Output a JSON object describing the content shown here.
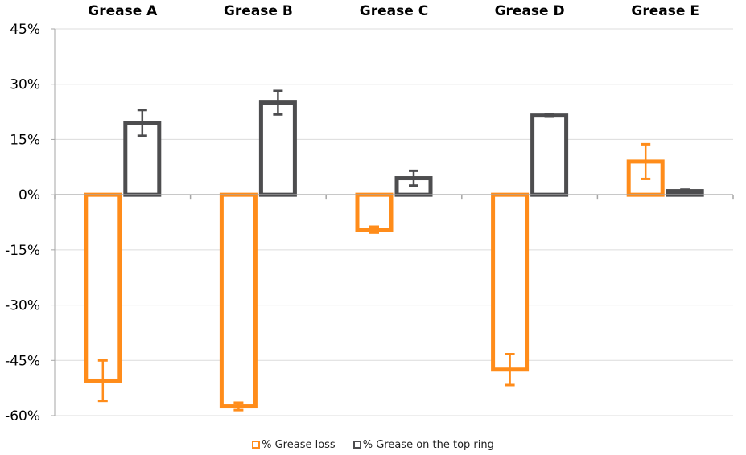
{
  "chart_data": {
    "type": "bar",
    "categories": [
      "Grease A",
      "Grease B",
      "Grease C",
      "Grease D",
      "Grease E"
    ],
    "series": [
      {
        "name": "% Grease loss",
        "color": "#FF8C1A",
        "values": [
          -50.5,
          -57.5,
          -9.5,
          -47.5,
          9.0
        ],
        "error": [
          5.5,
          1.0,
          0.8,
          4.2,
          4.7
        ]
      },
      {
        "name": "% Grease on the top ring",
        "color": "#4D4D4F",
        "values": [
          19.5,
          25.0,
          4.5,
          21.5,
          1.0
        ],
        "error": [
          3.5,
          3.2,
          2.0,
          0.3,
          0.4
        ]
      }
    ],
    "ylim": [
      -60,
      45
    ],
    "yticks": [
      45,
      30,
      15,
      0,
      -15,
      -30,
      -45,
      -60
    ],
    "ytick_labels": [
      "45%",
      "30%",
      "15%",
      "0%",
      "-15%",
      "-30%",
      "-45%",
      "-60%"
    ],
    "grid": true,
    "legend_position": "bottom"
  }
}
